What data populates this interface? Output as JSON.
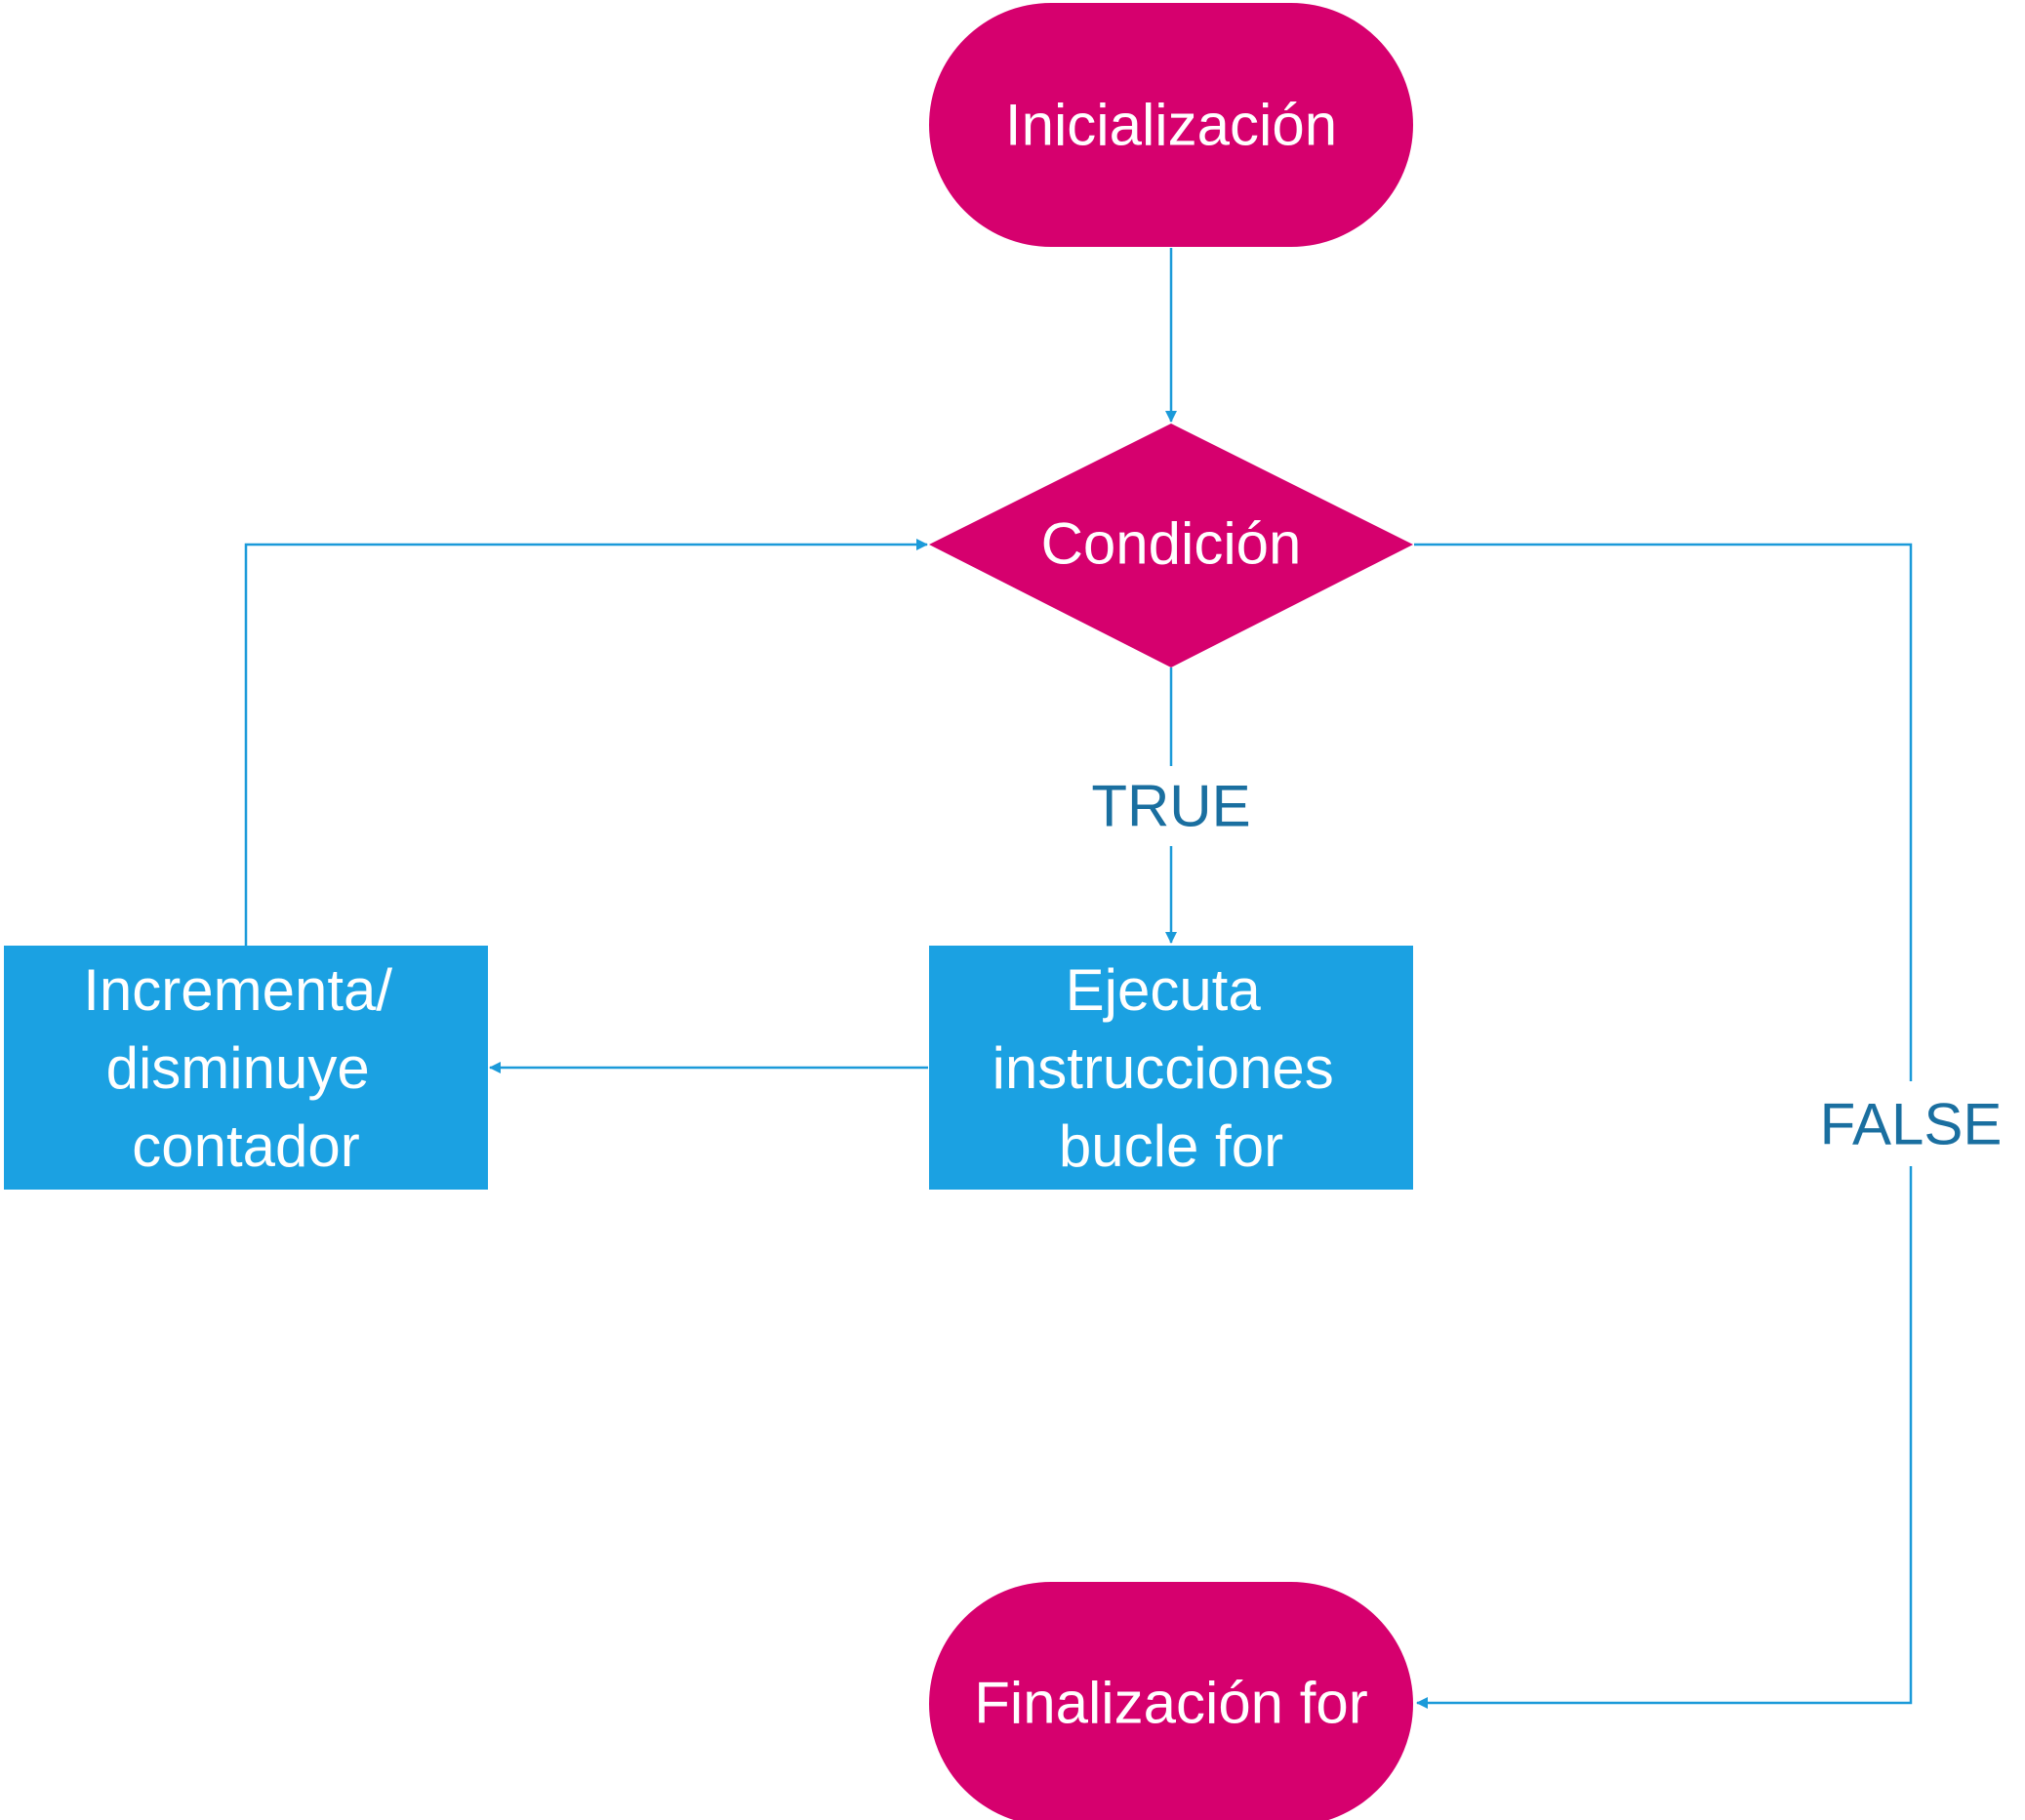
{
  "colors": {
    "terminal": "#D6006E",
    "decision": "#D6006E",
    "process": "#1BA1E2",
    "connector": "#1B9AD9",
    "edge_label": "#1A6FA0",
    "node_text": "#FFFFFF",
    "background": "#FFFFFF"
  },
  "nodes": {
    "start": {
      "shape": "terminal",
      "label": "Inicialización"
    },
    "condition": {
      "shape": "decision",
      "label": "Condición"
    },
    "execute": {
      "shape": "process",
      "label_lines": [
        "Ejecuta",
        "instrucciones",
        "bucle for"
      ]
    },
    "update": {
      "shape": "process",
      "label_lines": [
        "Incrementa/",
        "disminuye",
        "contador"
      ]
    },
    "end": {
      "shape": "terminal",
      "label": "Finalización for"
    }
  },
  "edges": [
    {
      "from": "start",
      "to": "condition",
      "label": ""
    },
    {
      "from": "condition",
      "to": "execute",
      "label": "TRUE"
    },
    {
      "from": "execute",
      "to": "update",
      "label": ""
    },
    {
      "from": "update",
      "to": "condition",
      "label": ""
    },
    {
      "from": "condition",
      "to": "end",
      "label": "FALSE"
    }
  ]
}
